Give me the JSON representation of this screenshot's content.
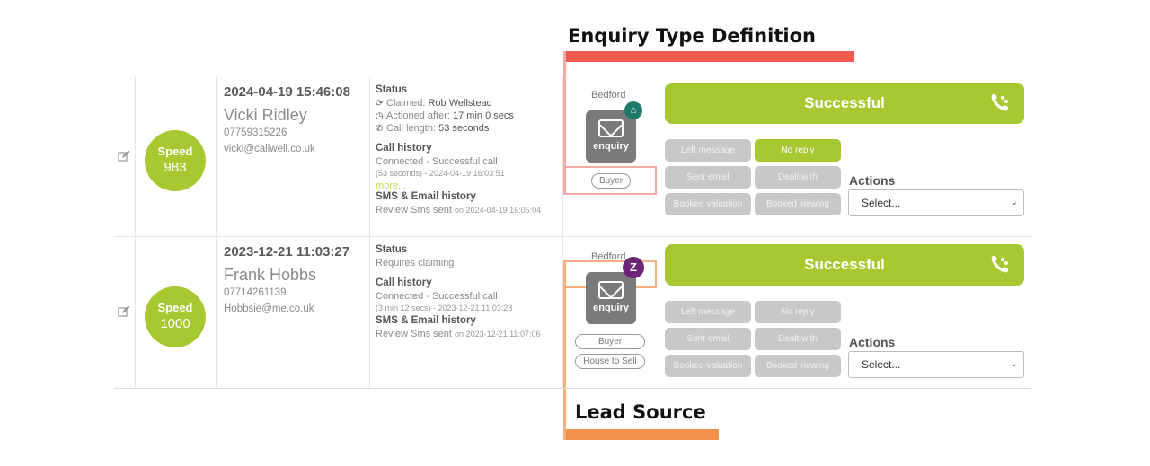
{
  "annotations": {
    "enquiry_type_title": "Enquiry Type Definition",
    "lead_source_title": "Lead Source",
    "enquiry_color": "#ee5a50",
    "lead_color": "#f2914d"
  },
  "rows": [
    {
      "speed_label": "Speed",
      "speed_value": "983",
      "datetime": "2024-04-19 15:46:08",
      "name": "Vicki Ridley",
      "phone": "07759315226",
      "email": "vicki@callwell.co.uk",
      "status_heading": "Status",
      "status_lines": [
        {
          "label": "Claimed: ",
          "value": "Rob Wellstead"
        },
        {
          "label": "Actioned after: ",
          "value": "17 min 0 secs"
        },
        {
          "label": "Call length: ",
          "value": "53 seconds"
        }
      ],
      "call_history_heading": "Call history",
      "call_history_main": "Connected - Successful call",
      "call_history_detail": "(53 seconds) - 2024-04-19 16:03:51",
      "more_link": "more...",
      "sms_heading": "SMS & Email history",
      "sms_main": "Review Sms sent",
      "sms_detail": "on 2024-04-19 16:05:04",
      "branch": "Bedford",
      "enquiry_label": "enquiry",
      "tags": [
        "Buyer"
      ],
      "outcome": "Successful",
      "buttons": [
        "Left message",
        "No reply",
        "Sent email",
        "Dealt with",
        "Booked valuation",
        "Booked viewing"
      ],
      "actions_label": "Actions",
      "select_value": "Select..."
    },
    {
      "speed_label": "Speed",
      "speed_value": "1000",
      "datetime": "2023-12-21 11:03:27",
      "name": "Frank Hobbs",
      "phone": "07714261139",
      "email": "Hobbsie@me.co.uk",
      "status_heading": "Status",
      "status_text": "Requires claiming",
      "call_history_heading": "Call history",
      "call_history_main": "Connected - Successful call",
      "call_history_detail": "(3 min 12 secs) - 2023-12-21 11:03:28",
      "sms_heading": "SMS & Email history",
      "sms_main": "Review Sms sent",
      "sms_detail": "on 2023-12-21 11:07:06",
      "branch": "Bedford",
      "enquiry_label": "enquiry",
      "source_badge": "Z",
      "tags": [
        "Buyer",
        "House to Sell"
      ],
      "outcome": "Successful",
      "buttons": [
        "Left message",
        "No reply",
        "Sent email",
        "Dealt with",
        "Booked valuation",
        "Booked viewing"
      ],
      "actions_label": "Actions",
      "select_value": "Select..."
    }
  ]
}
